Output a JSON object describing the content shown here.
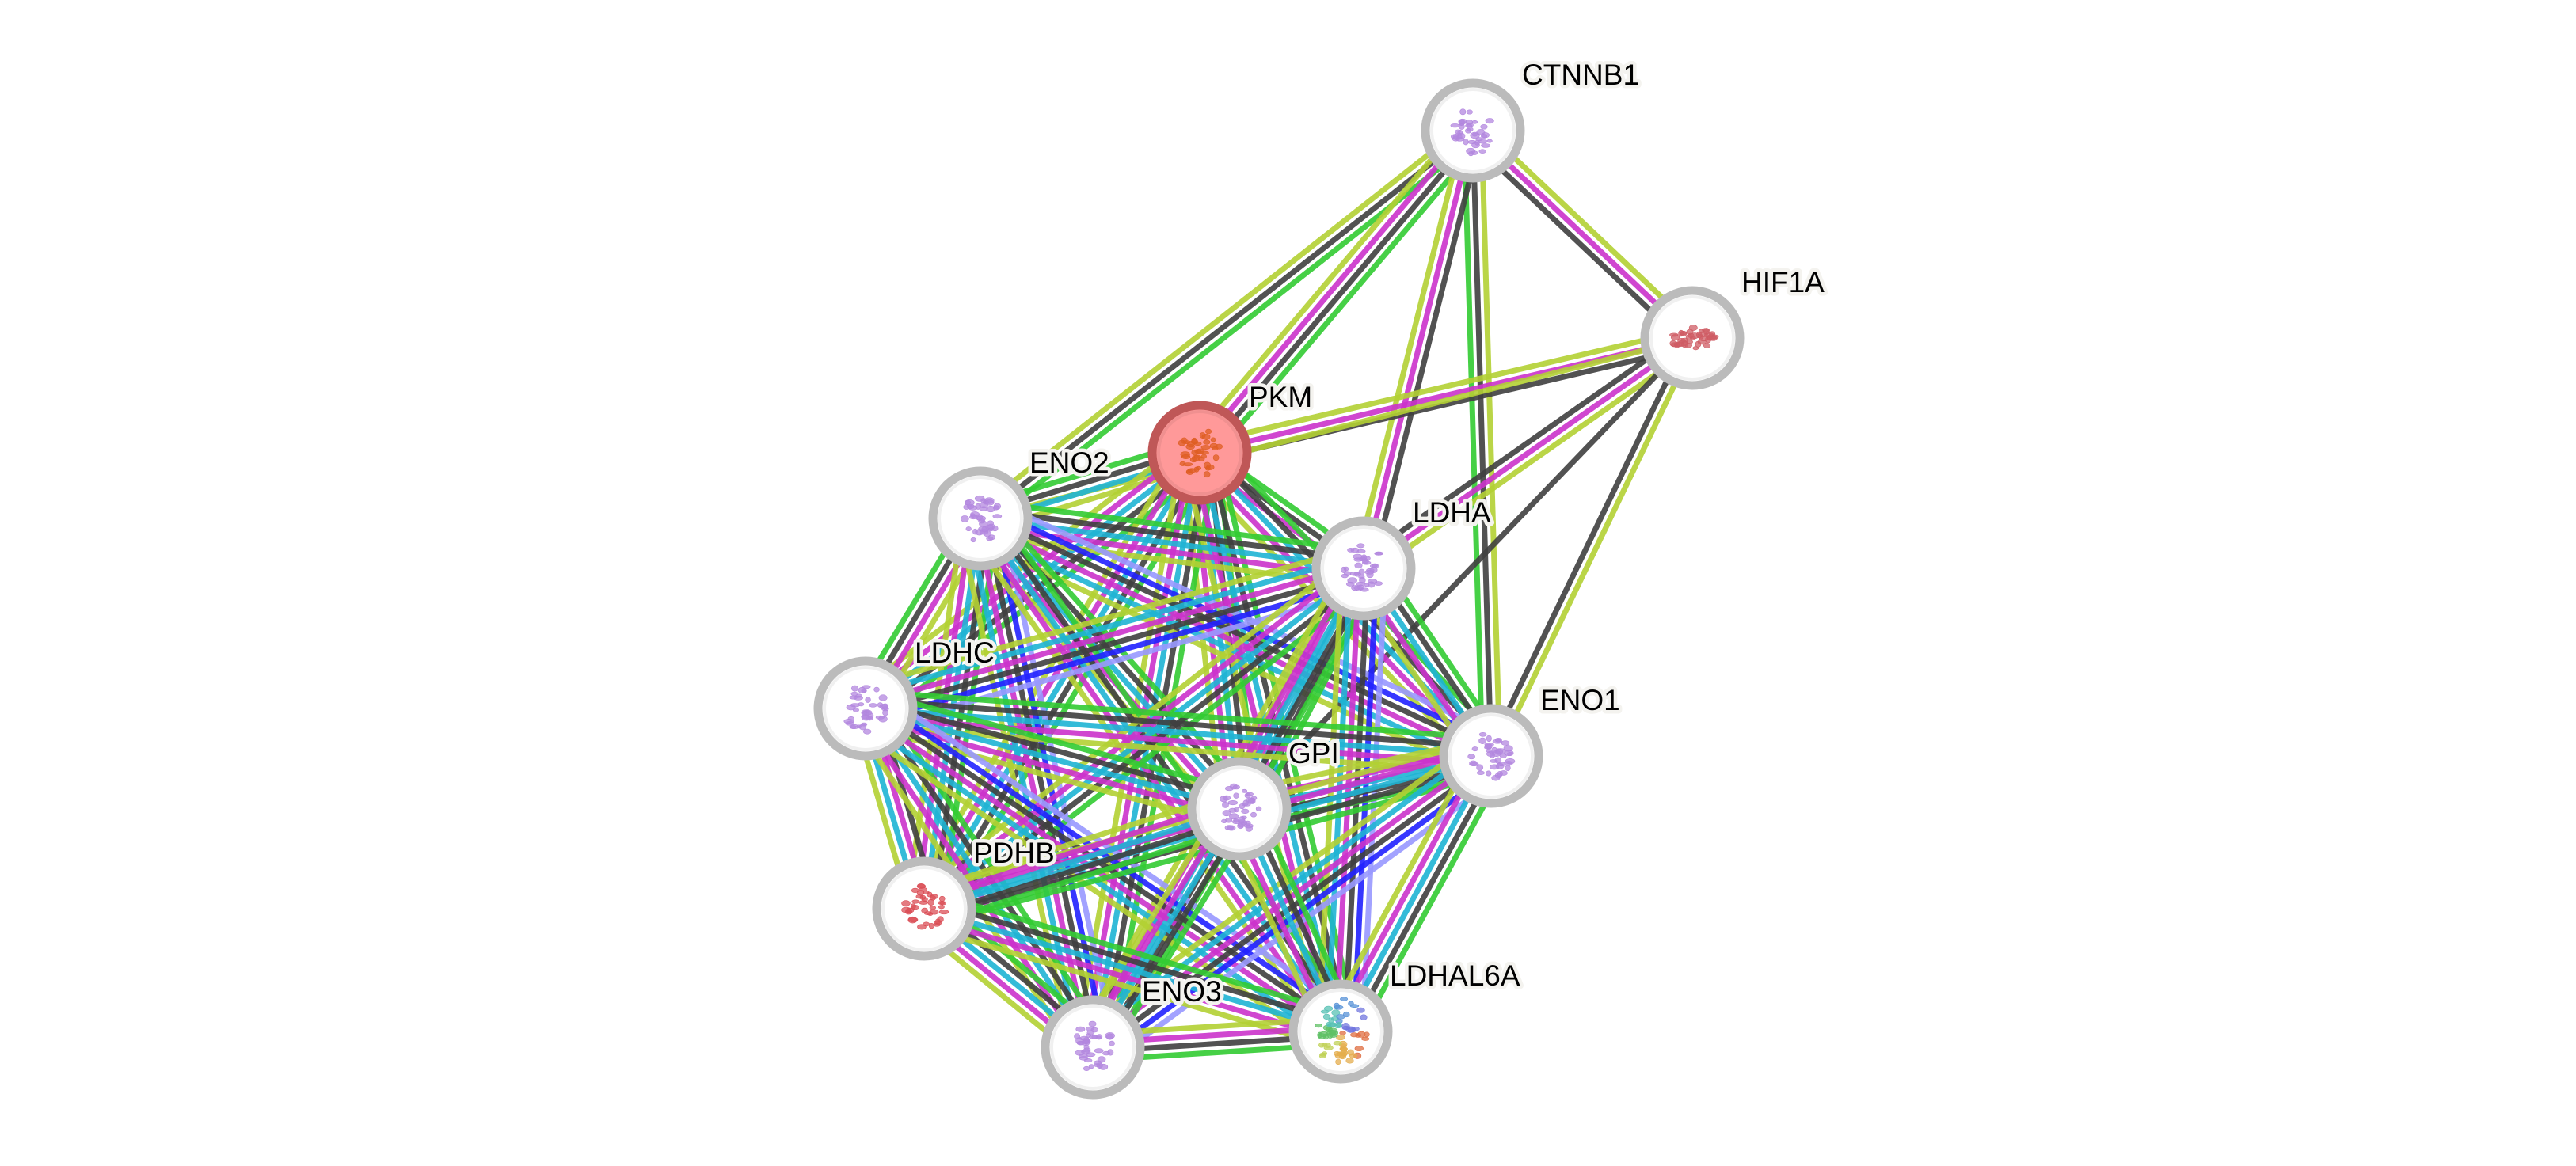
{
  "network": {
    "type": "protein-interaction-network",
    "query_protein": "PKM",
    "nodes": [
      {
        "id": "CTNNB1",
        "label": "CTNNB1",
        "query": false,
        "structure_color": "#a673d9"
      },
      {
        "id": "HIF1A",
        "label": "HIF1A",
        "query": false,
        "structure_color": "#c7404a"
      },
      {
        "id": "PKM",
        "label": "PKM",
        "query": true,
        "structure_color": "#d9540f"
      },
      {
        "id": "ENO2",
        "label": "ENO2",
        "query": false,
        "structure_color": "#a673d9"
      },
      {
        "id": "LDHA",
        "label": "LDHA",
        "query": false,
        "structure_color": "#a673d9"
      },
      {
        "id": "LDHC",
        "label": "LDHC",
        "query": false,
        "structure_color": "#a673d9"
      },
      {
        "id": "ENO1",
        "label": "ENO1",
        "query": false,
        "structure_color": "#a673d9"
      },
      {
        "id": "GPI",
        "label": "GPI",
        "query": false,
        "structure_color": "#a673d9"
      },
      {
        "id": "PDHB",
        "label": "PDHB",
        "query": false,
        "structure_color": "#d4303a"
      },
      {
        "id": "ENO3",
        "label": "ENO3",
        "query": false,
        "structure_color": "#a673d9"
      },
      {
        "id": "LDHAL6A",
        "label": "LDHAL6A",
        "query": false,
        "structure_color": "rainbow"
      }
    ],
    "evidence_colors": {
      "homology": "#9999ff",
      "cooccurrence": "#2222ff",
      "database": "#1fb4d4",
      "experiments": "#cc33cc",
      "coexpression": "#404040",
      "neighborhood": "#33cc33",
      "textmining": "#b3d134"
    },
    "edges": [
      {
        "a": "CTNNB1",
        "b": "HIF1A",
        "evidence": [
          "textmining",
          "experiments",
          "coexpression"
        ]
      },
      {
        "a": "CTNNB1",
        "b": "ENO1",
        "evidence": [
          "textmining",
          "coexpression",
          "neighborhood"
        ]
      },
      {
        "a": "CTNNB1",
        "b": "ENO2",
        "evidence": [
          "neighborhood",
          "coexpression",
          "textmining"
        ]
      },
      {
        "a": "CTNNB1",
        "b": "PKM",
        "evidence": [
          "neighborhood",
          "coexpression",
          "experiments",
          "textmining"
        ]
      },
      {
        "a": "CTNNB1",
        "b": "LDHA",
        "evidence": [
          "coexpression",
          "experiments",
          "textmining"
        ]
      },
      {
        "a": "HIF1A",
        "b": "PKM",
        "evidence": [
          "coexpression",
          "experiments",
          "textmining"
        ]
      },
      {
        "a": "HIF1A",
        "b": "LDHA",
        "evidence": [
          "textmining",
          "experiments",
          "coexpression"
        ]
      },
      {
        "a": "HIF1A",
        "b": "GPI",
        "evidence": [
          "coexpression"
        ]
      },
      {
        "a": "HIF1A",
        "b": "ENO1",
        "evidence": [
          "textmining",
          "coexpression"
        ]
      },
      {
        "a": "HIF1A",
        "b": "ENO2",
        "evidence": [
          "textmining"
        ]
      },
      {
        "a": "PKM",
        "b": "LDHA",
        "evidence": [
          "neighborhood",
          "coexpression",
          "experiments"
        ]
      },
      {
        "a": "PKM",
        "b": "ENO2",
        "evidence": [
          "textmining",
          "database",
          "coexpression",
          "neighborhood"
        ]
      },
      {
        "a": "PKM",
        "b": "LDHC",
        "evidence": [
          "neighborhood",
          "coexpression",
          "database",
          "experiments",
          "textmining"
        ]
      },
      {
        "a": "PKM",
        "b": "ENO1",
        "evidence": [
          "neighborhood",
          "coexpression",
          "database",
          "experiments",
          "textmining"
        ]
      },
      {
        "a": "PKM",
        "b": "GPI",
        "evidence": [
          "neighborhood",
          "coexpression",
          "database",
          "experiments",
          "textmining"
        ]
      },
      {
        "a": "PKM",
        "b": "PDHB",
        "evidence": [
          "neighborhood",
          "coexpression",
          "database",
          "experiments",
          "textmining"
        ]
      },
      {
        "a": "PKM",
        "b": "ENO3",
        "evidence": [
          "neighborhood",
          "coexpression",
          "database",
          "experiments",
          "textmining"
        ]
      },
      {
        "a": "PKM",
        "b": "LDHAL6A",
        "evidence": [
          "neighborhood",
          "coexpression",
          "database",
          "experiments",
          "textmining"
        ]
      },
      {
        "a": "ENO2",
        "b": "LDHA",
        "evidence": [
          "neighborhood",
          "coexpression",
          "database",
          "experiments",
          "textmining"
        ]
      },
      {
        "a": "ENO2",
        "b": "LDHC",
        "evidence": [
          "textmining",
          "experiments",
          "coexpression",
          "neighborhood"
        ]
      },
      {
        "a": "ENO2",
        "b": "ENO1",
        "evidence": [
          "homology",
          "cooccurrence",
          "coexpression",
          "experiments",
          "database",
          "textmining"
        ]
      },
      {
        "a": "ENO2",
        "b": "GPI",
        "evidence": [
          "neighborhood",
          "coexpression",
          "database",
          "experiments",
          "textmining"
        ]
      },
      {
        "a": "ENO2",
        "b": "PDHB",
        "evidence": [
          "neighborhood",
          "coexpression",
          "database",
          "experiments",
          "textmining"
        ]
      },
      {
        "a": "ENO2",
        "b": "ENO3",
        "evidence": [
          "homology",
          "cooccurrence",
          "coexpression",
          "experiments",
          "database",
          "textmining"
        ]
      },
      {
        "a": "ENO2",
        "b": "LDHAL6A",
        "evidence": [
          "neighborhood",
          "coexpression",
          "database",
          "experiments",
          "textmining"
        ]
      },
      {
        "a": "LDHA",
        "b": "LDHC",
        "evidence": [
          "homology",
          "cooccurrence",
          "coexpression",
          "experiments",
          "database",
          "textmining"
        ]
      },
      {
        "a": "LDHA",
        "b": "ENO1",
        "evidence": [
          "neighborhood",
          "coexpression",
          "database",
          "experiments",
          "textmining"
        ]
      },
      {
        "a": "LDHA",
        "b": "GPI",
        "evidence": [
          "neighborhood",
          "coexpression",
          "database",
          "experiments",
          "textmining"
        ]
      },
      {
        "a": "LDHA",
        "b": "PDHB",
        "evidence": [
          "neighborhood",
          "coexpression",
          "database",
          "experiments",
          "textmining"
        ]
      },
      {
        "a": "LDHA",
        "b": "ENO3",
        "evidence": [
          "neighborhood",
          "coexpression",
          "database",
          "experiments",
          "textmining"
        ]
      },
      {
        "a": "LDHA",
        "b": "LDHAL6A",
        "evidence": [
          "homology",
          "cooccurrence",
          "coexpression",
          "experiments",
          "database",
          "textmining"
        ]
      },
      {
        "a": "LDHC",
        "b": "ENO1",
        "evidence": [
          "neighborhood",
          "coexpression",
          "database",
          "experiments",
          "textmining"
        ]
      },
      {
        "a": "LDHC",
        "b": "GPI",
        "evidence": [
          "neighborhood",
          "coexpression",
          "database",
          "experiments",
          "textmining"
        ]
      },
      {
        "a": "LDHC",
        "b": "PDHB",
        "evidence": [
          "coexpression",
          "experiments",
          "database",
          "textmining"
        ]
      },
      {
        "a": "LDHC",
        "b": "ENO3",
        "evidence": [
          "neighborhood",
          "coexpression",
          "database",
          "experiments",
          "textmining"
        ]
      },
      {
        "a": "LDHC",
        "b": "LDHAL6A",
        "evidence": [
          "homology",
          "cooccurrence",
          "coexpression",
          "experiments",
          "database",
          "textmining"
        ]
      },
      {
        "a": "ENO1",
        "b": "GPI",
        "evidence": [
          "neighborhood",
          "coexpression",
          "database",
          "experiments",
          "textmining"
        ]
      },
      {
        "a": "ENO1",
        "b": "PDHB",
        "evidence": [
          "neighborhood",
          "coexpression",
          "database",
          "experiments",
          "textmining"
        ]
      },
      {
        "a": "ENO1",
        "b": "ENO3",
        "evidence": [
          "homology",
          "cooccurrence",
          "coexpression",
          "experiments",
          "database",
          "textmining"
        ]
      },
      {
        "a": "ENO1",
        "b": "LDHAL6A",
        "evidence": [
          "neighborhood",
          "coexpression",
          "database",
          "experiments",
          "textmining"
        ]
      },
      {
        "a": "GPI",
        "b": "PDHB",
        "evidence": [
          "neighborhood",
          "coexpression",
          "database",
          "experiments",
          "textmining"
        ]
      },
      {
        "a": "GPI",
        "b": "ENO3",
        "evidence": [
          "neighborhood",
          "coexpression",
          "database",
          "experiments",
          "textmining"
        ]
      },
      {
        "a": "GPI",
        "b": "LDHAL6A",
        "evidence": [
          "neighborhood",
          "coexpression",
          "database",
          "experiments",
          "textmining"
        ]
      },
      {
        "a": "PDHB",
        "b": "ENO3",
        "evidence": [
          "neighborhood",
          "coexpression",
          "database",
          "experiments",
          "textmining"
        ]
      },
      {
        "a": "PDHB",
        "b": "LDHAL6A",
        "evidence": [
          "neighborhood",
          "coexpression",
          "database",
          "experiments",
          "textmining"
        ]
      },
      {
        "a": "ENO3",
        "b": "LDHAL6A",
        "evidence": [
          "textmining",
          "experiments",
          "coexpression",
          "neighborhood"
        ]
      }
    ]
  }
}
